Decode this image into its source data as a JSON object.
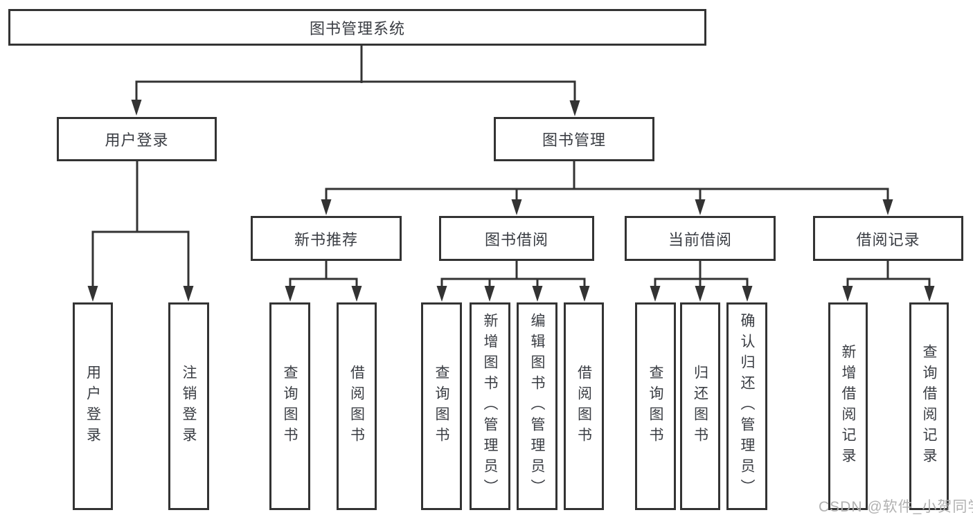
{
  "diagram": {
    "root": {
      "label": "图书管理系统"
    },
    "branches": {
      "user_login": {
        "label": "用户登录"
      },
      "book_management": {
        "label": "图书管理"
      }
    },
    "modules": {
      "new_book_recommend": {
        "label": "新书推荐"
      },
      "book_borrow": {
        "label": "图书借阅"
      },
      "current_borrow": {
        "label": "当前借阅"
      },
      "borrow_records": {
        "label": "借阅记录"
      }
    },
    "leaves": [
      "用户登录",
      "注销登录",
      "查询图书",
      "借阅图书",
      "查询图书",
      "新增图书（管理员）",
      "编辑图书（管理员）",
      "借阅图书",
      "查询图书",
      "归还图书",
      "确认归还（管理员）",
      "新增借阅记录",
      "查询借阅记录"
    ]
  },
  "watermark": "CSDN @软件_小贺同学",
  "colors": {
    "line": "#333333",
    "box_border": "#333333",
    "text": "#3a3d43",
    "watermark": "#b1b1b1",
    "background": "#ffffff"
  }
}
